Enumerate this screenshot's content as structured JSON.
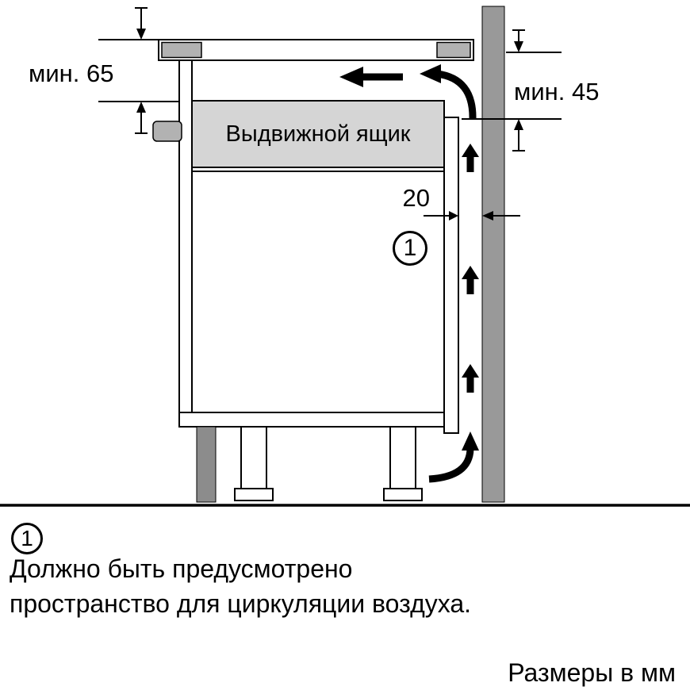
{
  "diagram": {
    "dim_min_top": "мин. 65",
    "dim_min_right": "мин. 45",
    "gap_size": "20",
    "drawer_label": "Выдвижной ящик",
    "callout": "1"
  },
  "footnote": {
    "marker": "1",
    "line1": "Должно быть предусмотрено",
    "line2": "пространство для циркуляции воздуха.",
    "units": "Размеры в мм"
  },
  "colors": {
    "wall": "#999999",
    "drawer": "#d5d5d5",
    "trim": "#b2b2b2",
    "plinth": "#8c8c8c",
    "line": "#000000"
  }
}
